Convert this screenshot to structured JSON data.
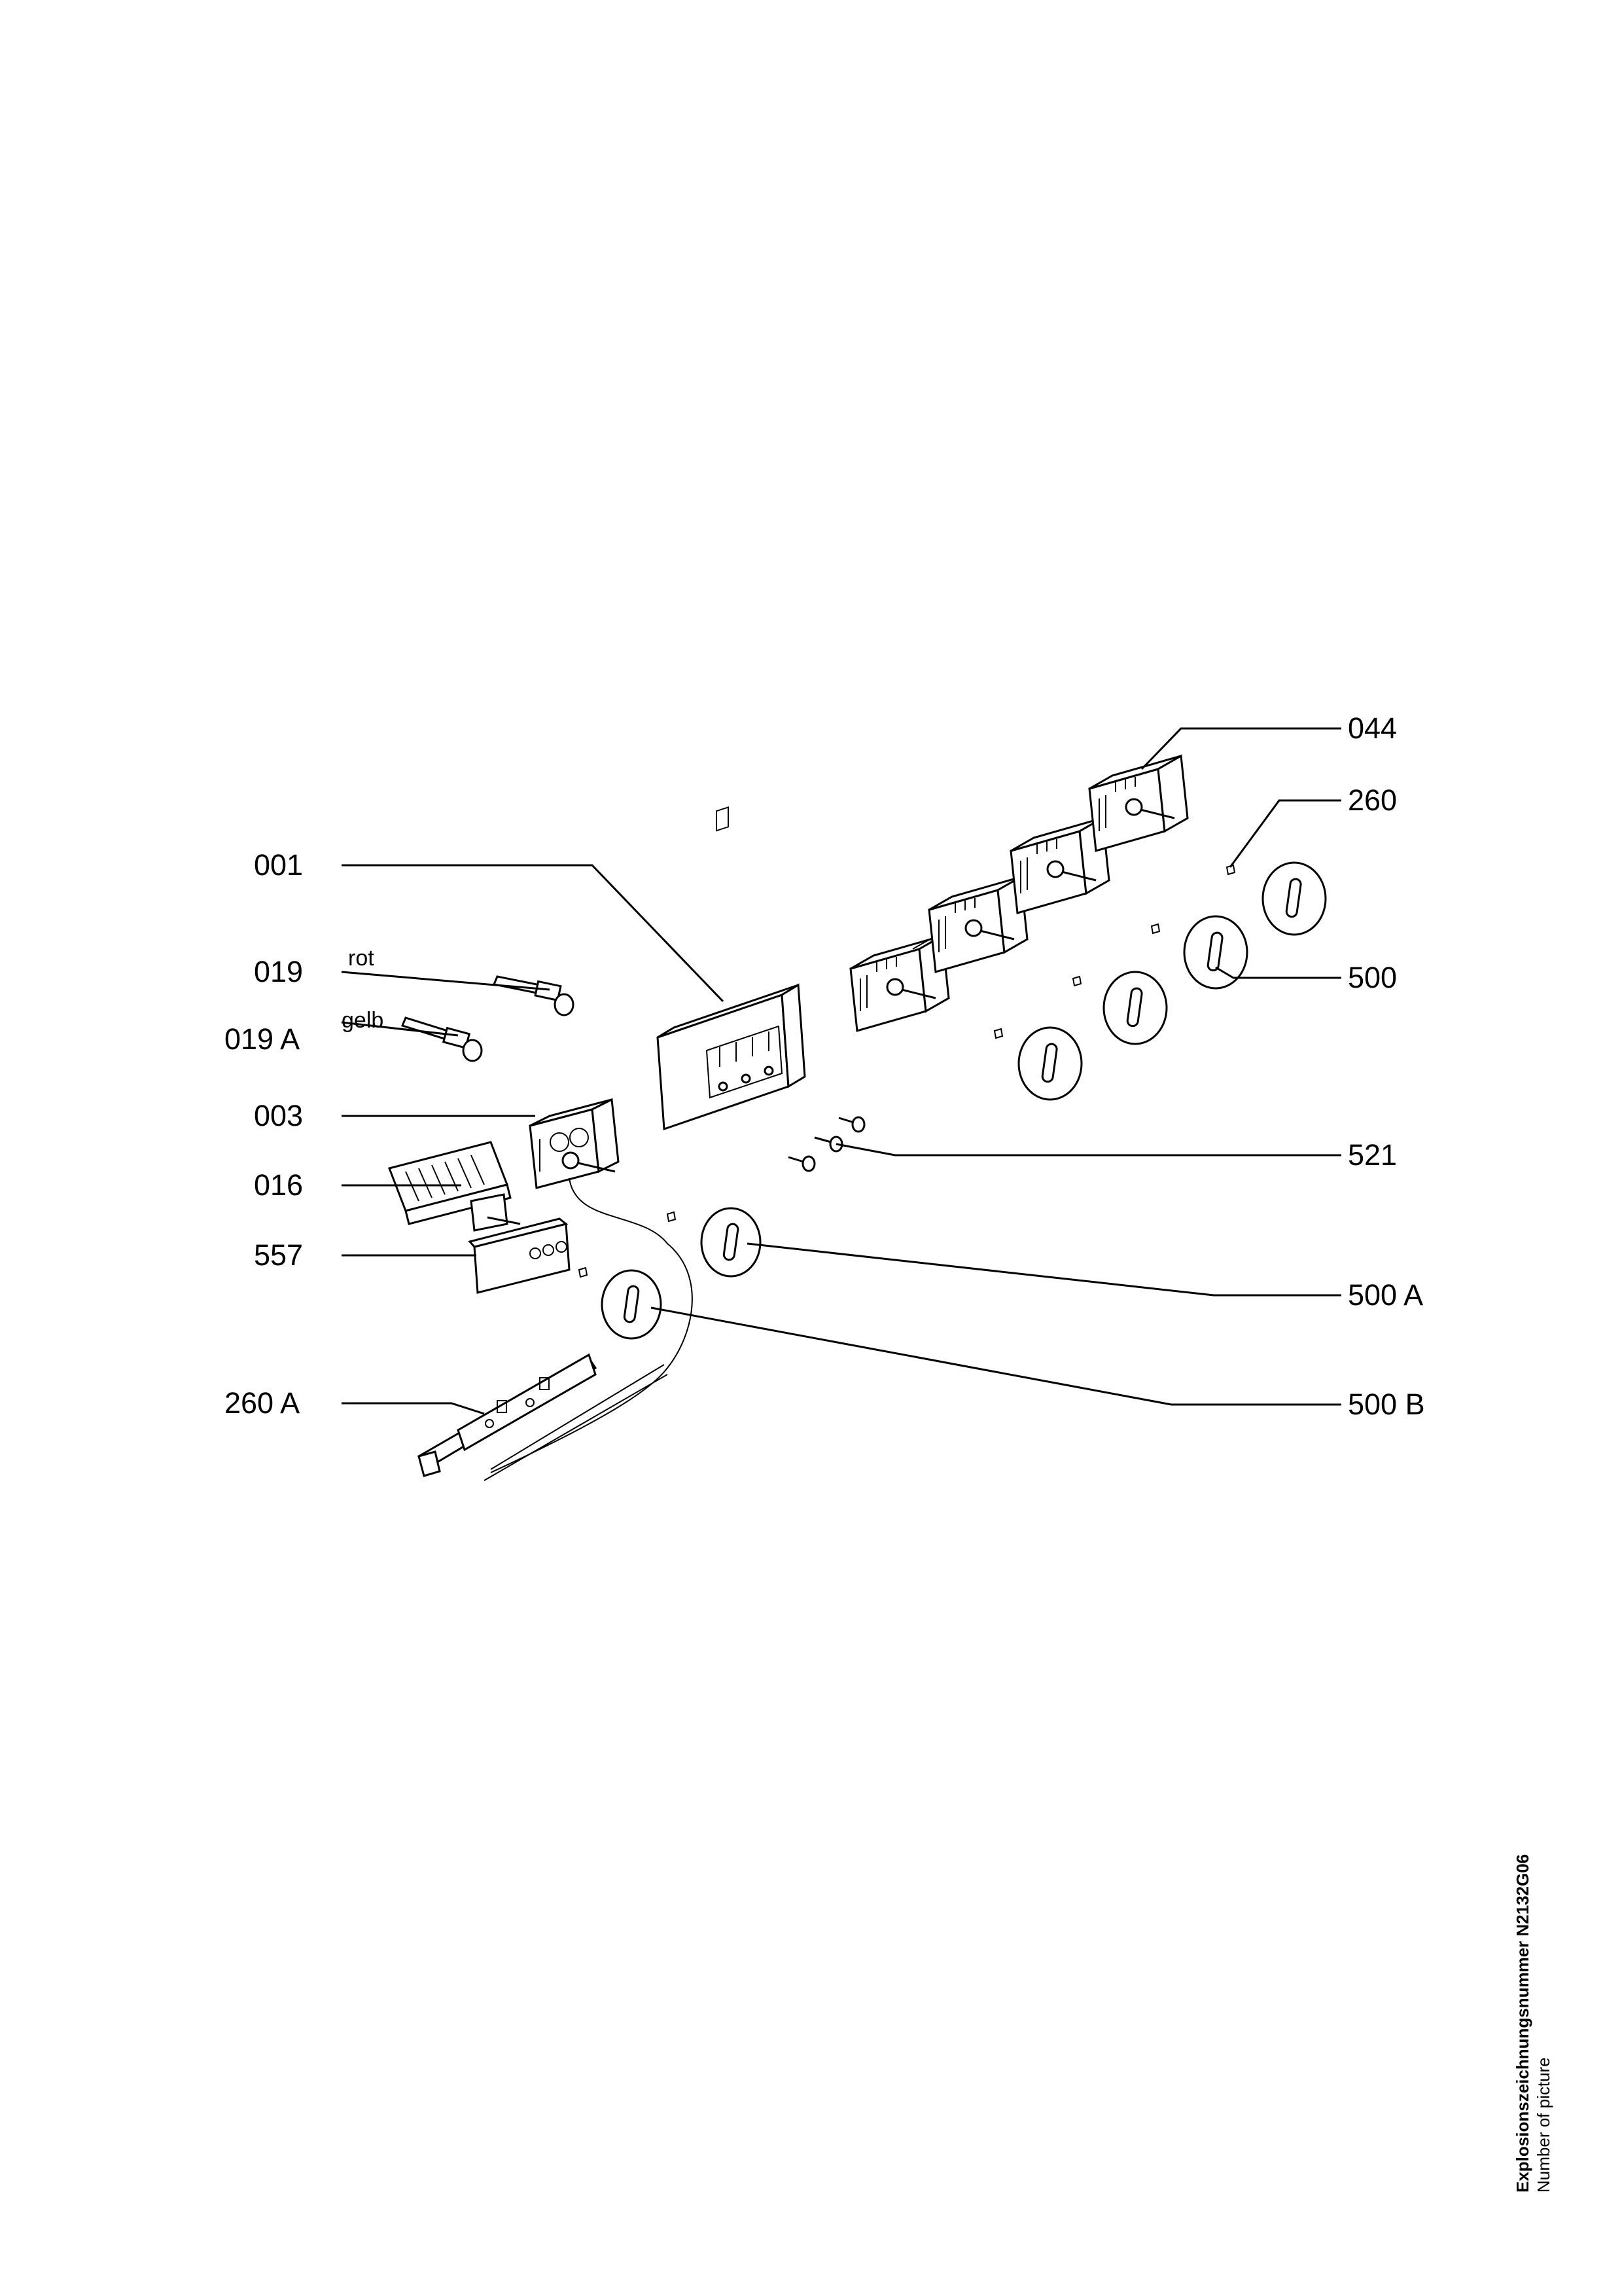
{
  "labels": {
    "l044": "044",
    "l260": "260",
    "l001": "001",
    "l019": "019",
    "l019a": "019 A",
    "l500": "500",
    "l003": "003",
    "l521": "521",
    "l016": "016",
    "l557": "557",
    "l500a": "500 A",
    "l260a": "260 A",
    "l500b": "500 B"
  },
  "sublabels": {
    "rot": "rot",
    "gelb": "gelb"
  },
  "footer": {
    "title": "Explosionszeichnungsnummer N2132G06",
    "subtitle": "Number of picture"
  }
}
